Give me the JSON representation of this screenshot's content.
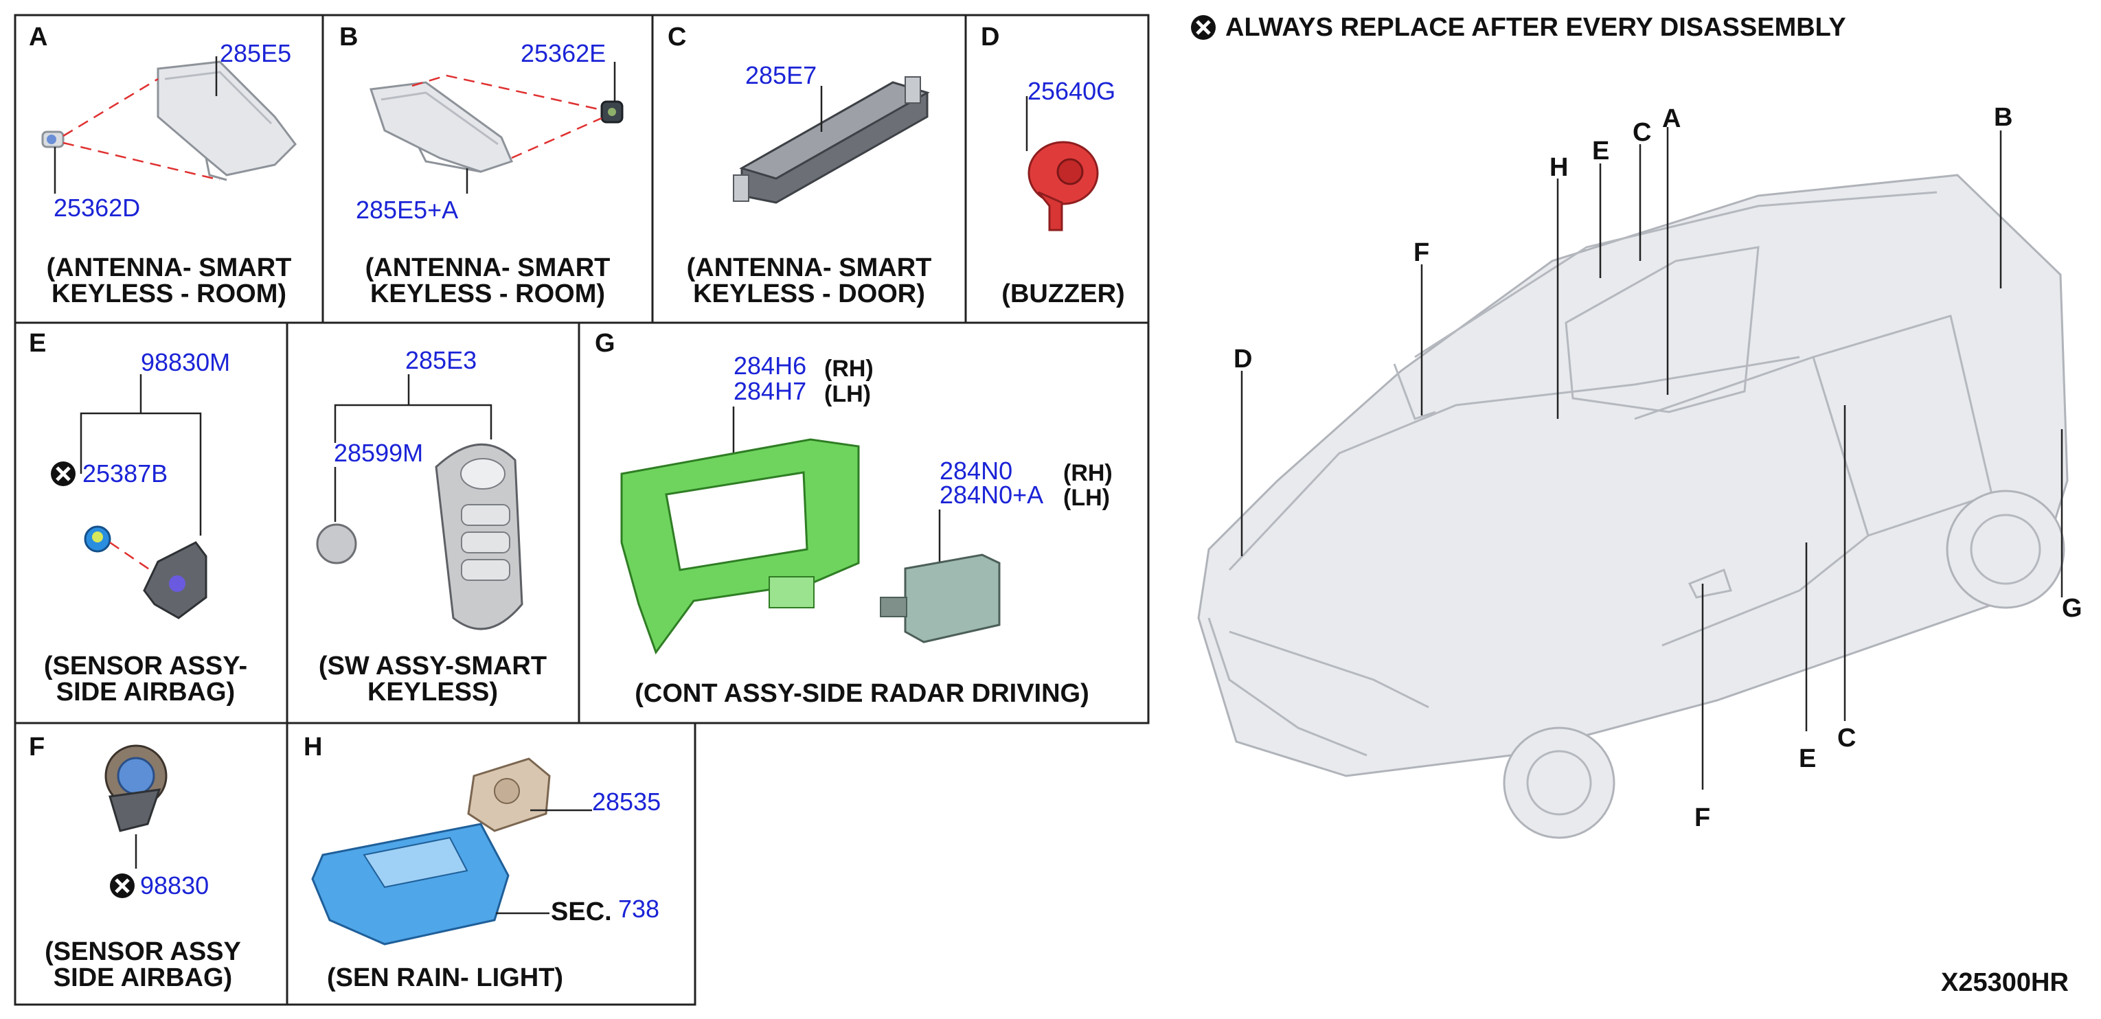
{
  "notice": "ALWAYS REPLACE AFTER EVERY DISASSEMBLY",
  "diagram_code": "X25300HR",
  "panels": {
    "A": {
      "letter": "A",
      "parts": [
        "285E5",
        "25362D"
      ],
      "caption_1": "(ANTENNA- SMART",
      "caption_2": "KEYLESS - ROOM)"
    },
    "B": {
      "letter": "B",
      "parts": [
        "25362E",
        "285E5+A"
      ],
      "caption_1": "(ANTENNA- SMART",
      "caption_2": "KEYLESS - ROOM)"
    },
    "C": {
      "letter": "C",
      "parts": [
        "285E7"
      ],
      "caption_1": "(ANTENNA- SMART",
      "caption_2": "KEYLESS - DOOR)"
    },
    "D": {
      "letter": "D",
      "parts": [
        "25640G"
      ],
      "caption_1": "(BUZZER)"
    },
    "E": {
      "letter": "E",
      "parts": [
        "98830M",
        "25387B"
      ],
      "caption_1": "(SENSOR ASSY-",
      "caption_2": "SIDE AIRBAG)"
    },
    "SW": {
      "parts": [
        "285E3",
        "28599M"
      ],
      "caption_1": "(SW ASSY-SMART",
      "caption_2": "KEYLESS)"
    },
    "G": {
      "letter": "G",
      "parts": [
        "284H6",
        "284H7",
        "284N0",
        "284N0+A"
      ],
      "side_rh": "(RH)",
      "side_lh": "(LH)",
      "caption_1": "(CONT ASSY-SIDE  RADAR DRIVING)"
    },
    "F": {
      "letter": "F",
      "parts": [
        "98830"
      ],
      "caption_1": "(SENSOR ASSY",
      "caption_2": "SIDE AIRBAG)"
    },
    "H": {
      "letter": "H",
      "parts": [
        "28535"
      ],
      "sec_prefix": "SEC.",
      "sec_num": "738",
      "caption_1": "(SEN RAIN- LIGHT)"
    }
  },
  "car_callouts": [
    "A",
    "B",
    "C",
    "C",
    "D",
    "E",
    "E",
    "F",
    "F",
    "G",
    "H"
  ]
}
